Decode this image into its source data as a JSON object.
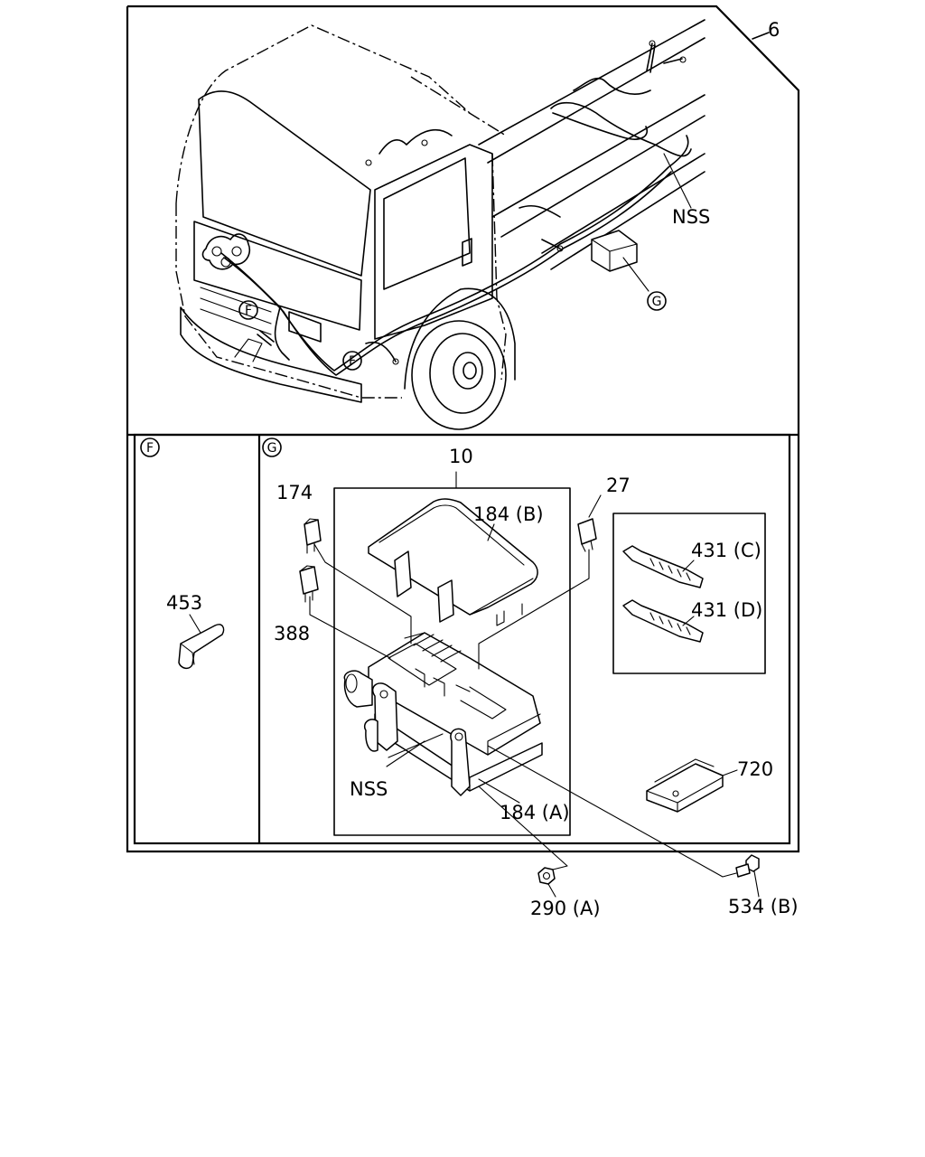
{
  "labels": {
    "assembly": "6",
    "nss_top": "NSS",
    "nss_box": "NSS",
    "p10": "10",
    "p174": "174",
    "p184b": "184 (B)",
    "p184a": "184 (A)",
    "p27": "27",
    "p388": "388",
    "p431c": "431 (C)",
    "p431d": "431 (D)",
    "p453": "453",
    "p720": "720",
    "p290a": "290 (A)",
    "p534b": "534 (B)"
  },
  "callouts": {
    "f": "F",
    "g": "G"
  }
}
